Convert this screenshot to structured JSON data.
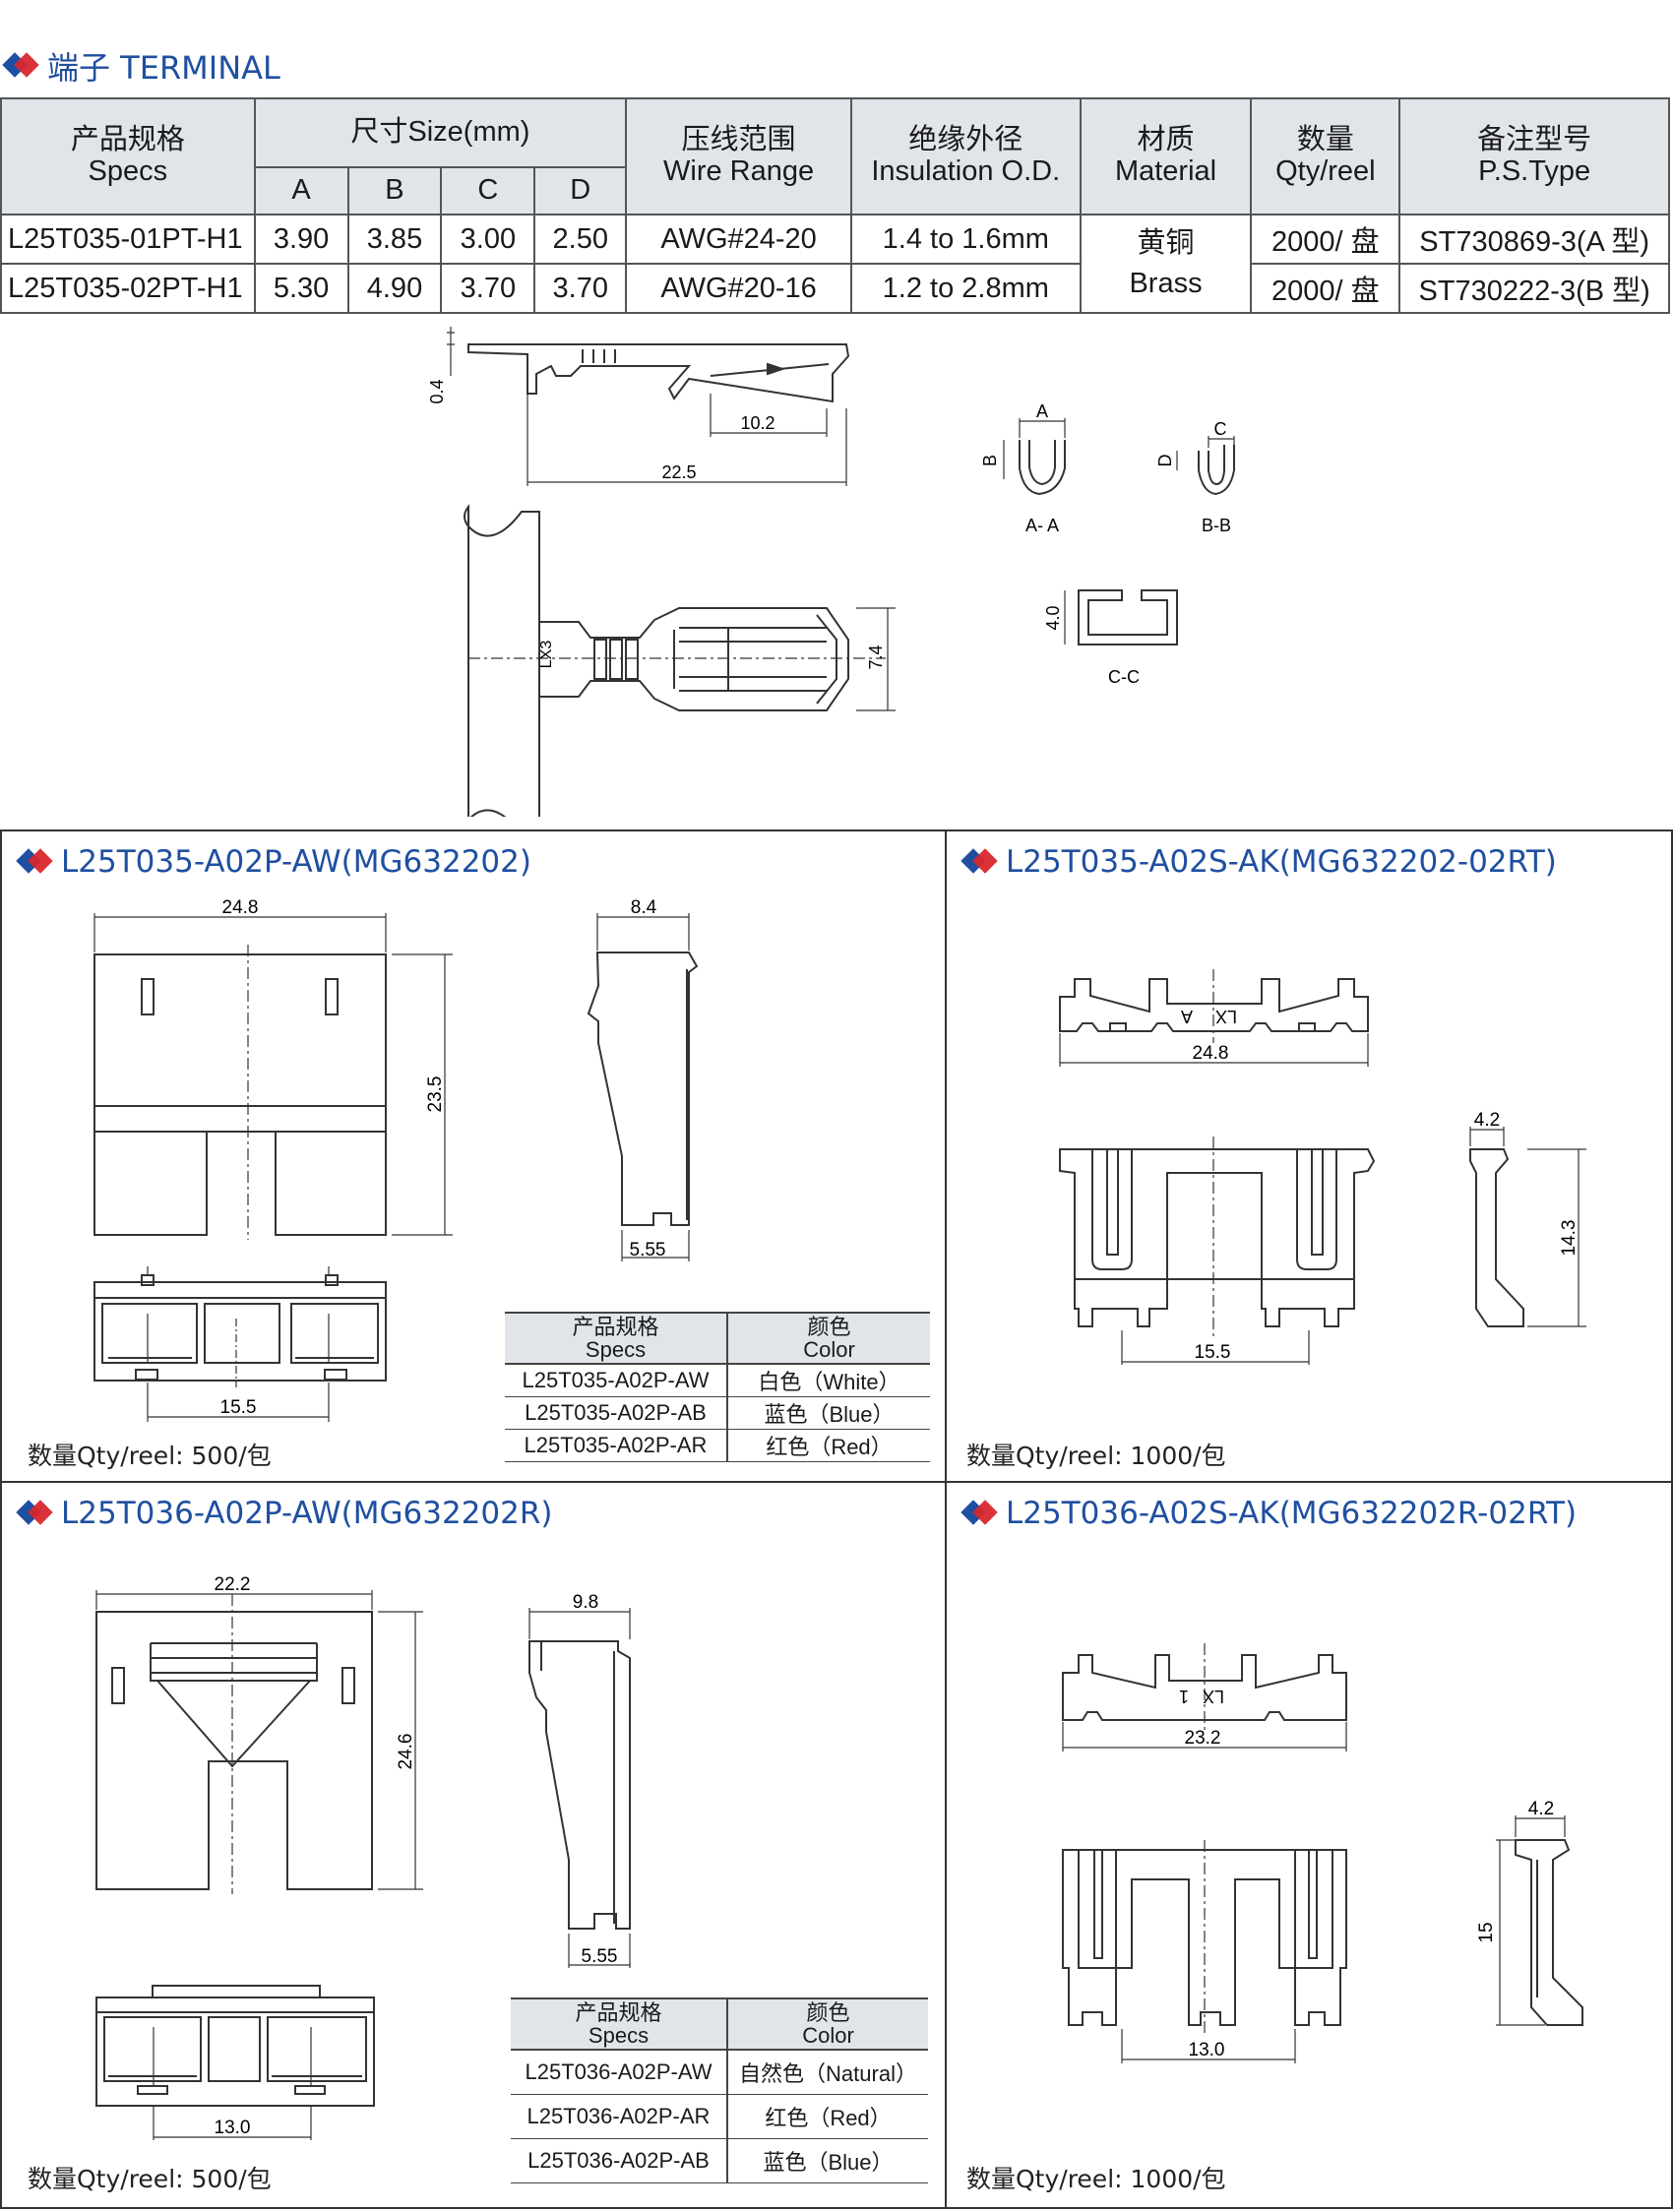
{
  "terminal": {
    "title": "端子 TERMINAL",
    "headers": {
      "specs": "产品规格\nSpecs",
      "size": "尺寸Size(mm)",
      "a": "A",
      "b": "B",
      "c": "C",
      "d": "D",
      "wire": "压线范围\nWire Range",
      "insulation": "绝缘外径\nInsulation O.D.",
      "material": "材质\nMaterial",
      "qty": "数量\nQty/reel",
      "ps": "备注型号\nP.S.Type"
    },
    "rows": [
      {
        "spec": "L25T035-01PT-H1",
        "a": "3.90",
        "b": "3.85",
        "c": "3.00",
        "d": "2.50",
        "wire": "AWG#24-20",
        "ins": "1.4 to 1.6mm",
        "qty": "2000/ 盘",
        "ps": "ST730869-3(A 型)"
      },
      {
        "spec": "L25T035-02PT-H1",
        "a": "5.30",
        "b": "4.90",
        "c": "3.70",
        "d": "3.70",
        "wire": "AWG#20-16",
        "ins": "1.2 to 2.8mm",
        "qty": "2000/ 盘",
        "ps": "ST730222-3(B 型)"
      }
    ],
    "material_cn": "黄铜",
    "material_en": "Brass",
    "drawing": {
      "d04": "0.4",
      "d102": "10.2",
      "d225": "22.5",
      "dlx3": "LX3",
      "d74": "7.4",
      "a": "A",
      "b": "B",
      "c": "C",
      "d": "D",
      "aa": "A- A",
      "bb": "B-B",
      "d40": "4.0",
      "cc": "C-C"
    }
  },
  "panels": {
    "p1": {
      "title": "L25T035-A02P-AW(MG632202)",
      "d248": "24.8",
      "d84": "8.4",
      "d235": "23.5",
      "d555": "5.55",
      "d155": "15.5",
      "qty": "数量Qty/reel:  500/包",
      "color_table": {
        "h_spec": "产品规格\nSpecs",
        "h_color": "颜色\nColor",
        "rows": [
          {
            "spec": "L25T035-A02P-AW",
            "color": "白色（White）"
          },
          {
            "spec": "L25T035-A02P-AB",
            "color": "蓝色（Blue）"
          },
          {
            "spec": "L25T035-A02P-AR",
            "color": "红色（Red）"
          }
        ]
      }
    },
    "p2": {
      "title": "L25T035-A02S-AK(MG632202-02RT)",
      "lx": "LX",
      "a": "A",
      "d248": "24.8",
      "d42": "4.2",
      "d143": "14.3",
      "d155": "15.5",
      "qty": "数量Qty/reel:  1000/包"
    },
    "p3": {
      "title": "L25T036-A02P-AW(MG632202R)",
      "d222": "22.2",
      "d98": "9.8",
      "d246": "24.6",
      "d555": "5.55",
      "d130": "13.0",
      "qty": "数量Qty/reel:  500/包",
      "color_table": {
        "h_spec": "产品规格\nSpecs",
        "h_color": "颜色\nColor",
        "rows": [
          {
            "spec": "L25T036-A02P-AW",
            "color": "自然色（Natural）"
          },
          {
            "spec": "L25T036-A02P-AR",
            "color": "红色（Red）"
          },
          {
            "spec": "L25T036-A02P-AB",
            "color": "蓝色（Blue）"
          }
        ]
      }
    },
    "p4": {
      "title": "L25T036-A02S-AK(MG632202R-02RT)",
      "lx": "LX",
      "one": "1",
      "d232": "23.2",
      "d42": "4.2",
      "d15": "15",
      "d130": "13.0",
      "qty": "数量Qty/reel:  1000/包"
    }
  },
  "colors": {
    "accent_blue": "#1f4fa0",
    "accent_red": "#d8272d",
    "header_gray": "#e1e5ea"
  }
}
